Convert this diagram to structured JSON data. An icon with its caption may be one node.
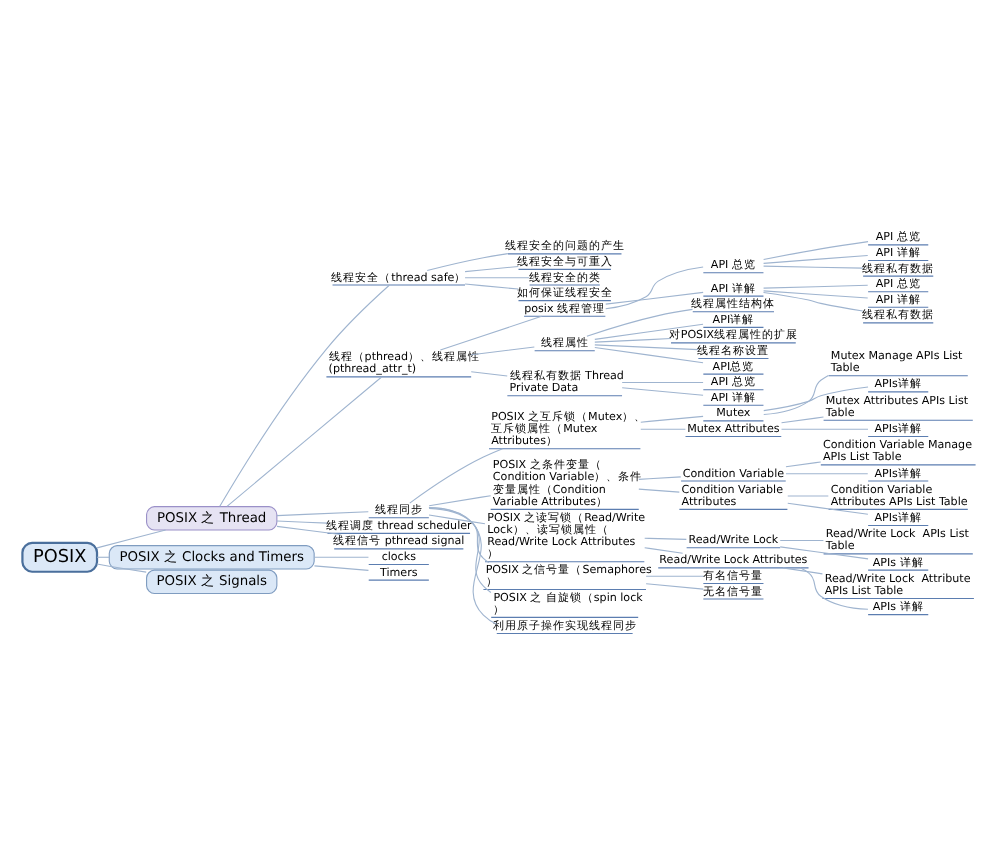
{
  "diagram": {
    "nodes": [
      {
        "text": [
          "POSIX"
        ]
      },
      {
        "text": [
          "POSIX 之 Thread"
        ]
      },
      {
        "text": [
          "线程安全（thread safe）"
        ]
      },
      {
        "text": [
          "线程安全的问题的产生"
        ]
      },
      {
        "text": [
          "线程安全与可重入"
        ]
      },
      {
        "text": [
          "线程安全的类"
        ]
      },
      {
        "text": [
          "如何保证线程安全"
        ]
      },
      {
        "text": [
          "线程（pthread）、线程属性(pthread_attr_t)"
        ]
      },
      {
        "text": [
          "posix 线程管理"
        ]
      },
      {
        "text": [
          "API 总览"
        ]
      },
      {
        "text": [
          "API 总览"
        ]
      },
      {
        "text": [
          "API 详解"
        ]
      },
      {
        "text": [
          "线程私有数据"
        ]
      },
      {
        "text": [
          "API 详解"
        ]
      },
      {
        "text": [
          "API 总览"
        ]
      },
      {
        "text": [
          "API 详解"
        ]
      },
      {
        "text": [
          "线程私有数据"
        ]
      },
      {
        "text": [
          "线程属性"
        ]
      },
      {
        "text": [
          "线程属性结构体"
        ]
      },
      {
        "text": [
          "API详解"
        ]
      },
      {
        "text": [
          "对POSIX线程属性的扩展"
        ]
      },
      {
        "text": [
          "线程名称设置"
        ]
      },
      {
        "text": [
          "API总览"
        ]
      },
      {
        "text": [
          "线程私有数据 Thread Private Data"
        ]
      },
      {
        "text": [
          "API 总览"
        ]
      },
      {
        "text": [
          "API 详解"
        ]
      },
      {
        "text": [
          "线程同步"
        ]
      },
      {
        "text": [
          "POSIX 之互斥锁（Mutex）、互斥锁属性（Mutex Attributes）"
        ]
      },
      {
        "text": [
          "Mutex"
        ]
      },
      {
        "text": [
          "Mutex Manage APIs List Table"
        ]
      },
      {
        "text": [
          "APIs详解"
        ]
      },
      {
        "text": [
          "Mutex Attributes"
        ]
      },
      {
        "text": [
          "Mutex Attributes APIs List Table"
        ]
      },
      {
        "text": [
          "APIs详解"
        ]
      },
      {
        "text": [
          "POSIX 之条件变量（Condition Variable）、条件变量属性（Condition Variable Attributes）"
        ]
      },
      {
        "text": [
          "Condition Variable"
        ]
      },
      {
        "text": [
          "Condition Variable Manage APIs List Table"
        ]
      },
      {
        "text": [
          "APIs详解"
        ]
      },
      {
        "text": [
          "Condition Variable Attributes"
        ]
      },
      {
        "text": [
          "Condition Variable Attributes APIs List Table"
        ]
      },
      {
        "text": [
          "APIs详解"
        ]
      },
      {
        "text": [
          "POSIX 之读写锁（Read/Write Lock）、读写锁属性（Read/Write Lock Attributes）"
        ]
      },
      {
        "text": [
          "Read/Write Lock"
        ]
      },
      {
        "text": [
          "Read/Write Lock  APIs List Table"
        ]
      },
      {
        "text": [
          "APIs 详解"
        ]
      },
      {
        "text": [
          "Read/Write Lock Attributes"
        ]
      },
      {
        "text": [
          "Read/Write Lock  Attribute APIs List Table"
        ]
      },
      {
        "text": [
          "APIs 详解"
        ]
      },
      {
        "text": [
          "POSIX 之信号量（Semaphores）"
        ]
      },
      {
        "text": [
          "有名信号量"
        ]
      },
      {
        "text": [
          "无名信号量"
        ]
      },
      {
        "text": [
          "POSIX 之 自旋锁（spin lock）"
        ]
      },
      {
        "text": [
          "利用原子操作实现线程同步"
        ]
      },
      {
        "text": [
          "线程调度 thread scheduler"
        ]
      },
      {
        "text": [
          "线程信号 pthread signal"
        ]
      },
      {
        "text": [
          "POSIX 之 Clocks and Timers"
        ]
      },
      {
        "text": [
          "clocks"
        ]
      },
      {
        "text": [
          "Timers"
        ]
      },
      {
        "text": [
          "POSIX 之 Signals"
        ]
      }
    ],
    "edges": [
      {
        "from": 0,
        "to": 1,
        "arrow": "none"
      },
      {
        "from": 1,
        "to": 2,
        "arrow": "none"
      },
      {
        "from": 2,
        "to": 3,
        "arrow": "none"
      },
      {
        "from": 2,
        "to": 4,
        "arrow": "none"
      },
      {
        "from": 2,
        "to": 5,
        "arrow": "none"
      },
      {
        "from": 2,
        "to": 6,
        "arrow": "none"
      },
      {
        "from": 1,
        "to": 7,
        "arrow": "none"
      },
      {
        "from": 7,
        "to": 8,
        "arrow": "none"
      },
      {
        "from": 8,
        "to": 9,
        "arrow": "none"
      },
      {
        "from": 9,
        "to": 10,
        "arrow": "none"
      },
      {
        "from": 9,
        "to": 11,
        "arrow": "none"
      },
      {
        "from": 9,
        "to": 12,
        "arrow": "none"
      },
      {
        "from": 8,
        "to": 13,
        "arrow": "none"
      },
      {
        "from": 13,
        "to": 14,
        "arrow": "none"
      },
      {
        "from": 13,
        "to": 15,
        "arrow": "none"
      },
      {
        "from": 13,
        "to": 16,
        "arrow": "none"
      },
      {
        "from": 7,
        "to": 17,
        "arrow": "none"
      },
      {
        "from": 17,
        "to": 18,
        "arrow": "none"
      },
      {
        "from": 17,
        "to": 19,
        "arrow": "none"
      },
      {
        "from": 17,
        "to": 20,
        "arrow": "none"
      },
      {
        "from": 17,
        "to": 21,
        "arrow": "none"
      },
      {
        "from": 17,
        "to": 22,
        "arrow": "none"
      },
      {
        "from": 7,
        "to": 23,
        "arrow": "none"
      },
      {
        "from": 23,
        "to": 24,
        "arrow": "none"
      },
      {
        "from": 23,
        "to": 25,
        "arrow": "none"
      },
      {
        "from": 1,
        "to": 26,
        "arrow": "none"
      },
      {
        "from": 26,
        "to": 27,
        "arrow": "none"
      },
      {
        "from": 27,
        "to": 28,
        "arrow": "none"
      },
      {
        "from": 28,
        "to": 29,
        "arrow": "none"
      },
      {
        "from": 28,
        "to": 30,
        "arrow": "none"
      },
      {
        "from": 27,
        "to": 31,
        "arrow": "none"
      },
      {
        "from": 31,
        "to": 32,
        "arrow": "none"
      },
      {
        "from": 31,
        "to": 33,
        "arrow": "none"
      },
      {
        "from": 26,
        "to": 34,
        "arrow": "none"
      },
      {
        "from": 34,
        "to": 35,
        "arrow": "none"
      },
      {
        "from": 35,
        "to": 36,
        "arrow": "none"
      },
      {
        "from": 35,
        "to": 37,
        "arrow": "none"
      },
      {
        "from": 34,
        "to": 38,
        "arrow": "none"
      },
      {
        "from": 38,
        "to": 39,
        "arrow": "none"
      },
      {
        "from": 38,
        "to": 40,
        "arrow": "none"
      },
      {
        "from": 26,
        "to": 41,
        "arrow": "none"
      },
      {
        "from": 41,
        "to": 42,
        "arrow": "none"
      },
      {
        "from": 42,
        "to": 43,
        "arrow": "none"
      },
      {
        "from": 42,
        "to": 44,
        "arrow": "none"
      },
      {
        "from": 41,
        "to": 45,
        "arrow": "none"
      },
      {
        "from": 45,
        "to": 46,
        "arrow": "none"
      },
      {
        "from": 45,
        "to": 47,
        "arrow": "none"
      },
      {
        "from": 26,
        "to": 48,
        "arrow": "none"
      },
      {
        "from": 48,
        "to": 49,
        "arrow": "none"
      },
      {
        "from": 48,
        "to": 50,
        "arrow": "none"
      },
      {
        "from": 26,
        "to": 51,
        "arrow": "none"
      },
      {
        "from": 26,
        "to": 52,
        "arrow": "none"
      },
      {
        "from": 1,
        "to": 53,
        "arrow": "none"
      },
      {
        "from": 1,
        "to": 54,
        "arrow": "none"
      },
      {
        "from": 0,
        "to": 55,
        "arrow": "none"
      },
      {
        "from": 55,
        "to": 56,
        "arrow": "none"
      },
      {
        "from": 55,
        "to": 57,
        "arrow": "none"
      },
      {
        "from": 0,
        "to": 58,
        "arrow": "none"
      }
    ]
  }
}
